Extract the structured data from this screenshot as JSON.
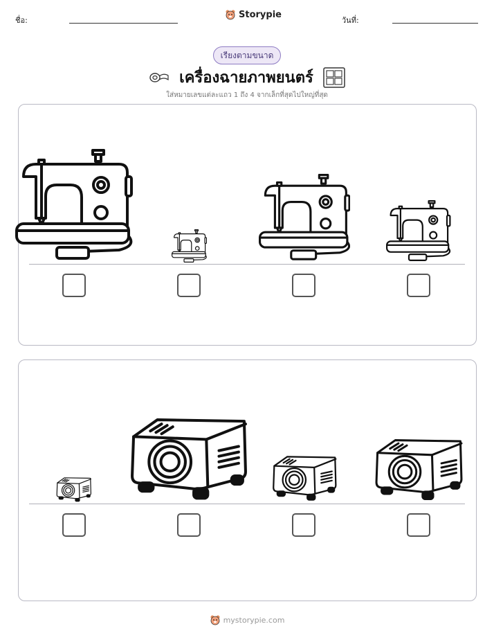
{
  "header": {
    "name_label": "ชื่อ:",
    "date_label": "วันที่:",
    "brand": "Storypie"
  },
  "worksheet": {
    "badge": "เรียงตามขนาด",
    "title": "เครื่องฉายภาพยนตร์",
    "instructions": "ใส่หมายเลขแต่ละแถว 1 ถึง 4 จากเล็กที่สุดไปใหญ่ที่สุด"
  },
  "rows": [
    {
      "item": "sewing-machine",
      "relative_sizes": [
        1.0,
        0.3,
        0.78,
        0.55
      ]
    },
    {
      "item": "projector",
      "relative_sizes": [
        0.3,
        1.0,
        0.55,
        0.75
      ]
    }
  ],
  "footer": {
    "url": "mystorypie.com"
  },
  "icons": {
    "brand_logo": "bear-icon",
    "title_left": "sewing-supplies-icon",
    "title_right": "film-strip-icon"
  }
}
